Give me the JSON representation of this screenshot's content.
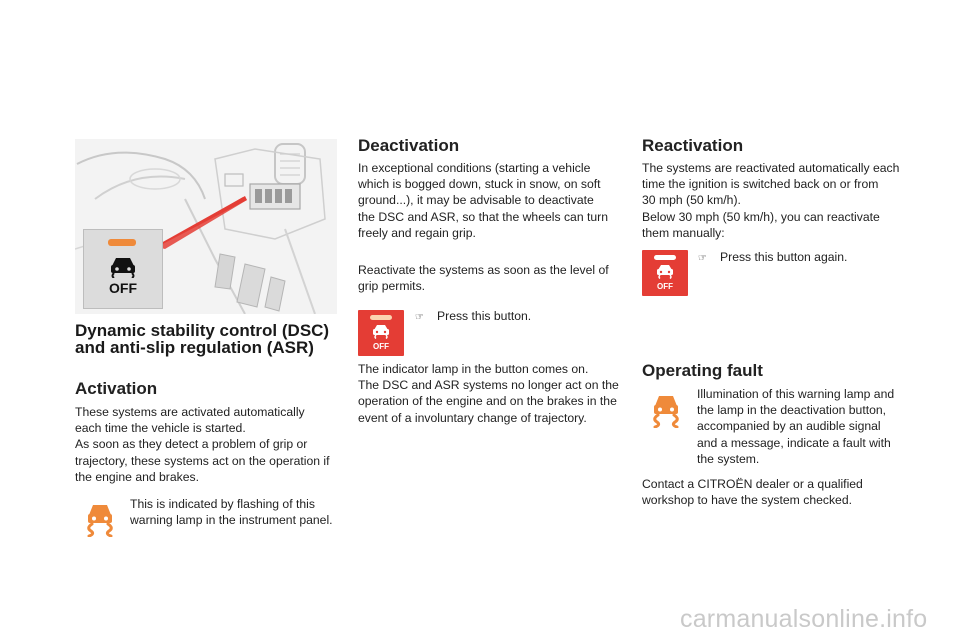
{
  "colors": {
    "accent_red": "#e43d35",
    "warning_orange": "#ef8a3a",
    "text": "#222222",
    "illustration_bg": "#eeeeee"
  },
  "left": {
    "title_line1": "Dynamic stability control (DSC)",
    "title_line2": "and anti-slip regulation (ASR)",
    "activation_heading": "Activation",
    "activation_text": "These systems are activated automatically\neach time the vehicle is started.\nAs soon as they detect a problem of grip or\ntrajectory, these systems act on the operation if\nthe engine and brakes.",
    "warning_note": "This is indicated by flashing of this\nwarning lamp in the instrument panel.",
    "illustration_label": "OFF",
    "icons": {
      "illustration": "dashboard-pedals-illustration",
      "off_button": "dsc-off-button-icon",
      "warning_lamp": "skidding-car-warning-icon"
    }
  },
  "middle": {
    "heading": "Deactivation",
    "para1": "In exceptional conditions (starting a vehicle\nwhich is bogged down, stuck in snow, on soft\nground...), it may be advisable to deactivate\nthe DSC and ASR, so that the wheels can turn\nfreely and regain grip.",
    "para2": "Reactivate the systems as soon as the level of\ngrip permits.",
    "bullet_mark": "☞",
    "bullet_text": "Press this button.",
    "button_label": "OFF",
    "para3": "The indicator lamp in the button comes on.\nThe DSC and ASR systems no longer act on the\noperation of the engine and on the brakes in the\nevent of a involuntary change of trajectory."
  },
  "right": {
    "heading": "Reactivation",
    "para1": "The systems are reactivated automatically each\ntime the ignition is switched back on or from\n30 mph (50 km/h).\nBelow 30 mph (50 km/h), you can reactivate\nthem manually:",
    "bullet_mark": "☞",
    "bullet_text": "Press this button again.",
    "button_label": "OFF",
    "fault_heading": "Operating fault",
    "fault_text": "Illumination of this warning lamp and\nthe lamp in the deactivation button,\naccompanied by an audible signal\nand a message, indicate a fault with\nthe system.",
    "contact_text": "Contact a CITROËN dealer or a qualified\nworkshop to have the system checked."
  },
  "footer": {
    "watermark": "carmanualsonline.info"
  }
}
